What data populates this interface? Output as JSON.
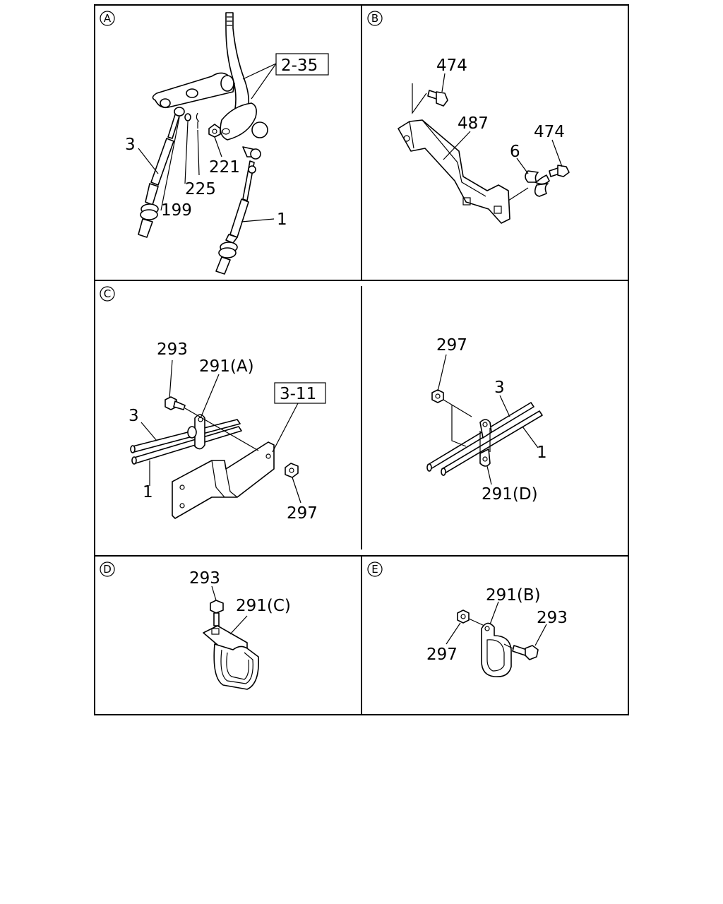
{
  "panels": {
    "A": {
      "letter": "A",
      "ref_box": "2-35",
      "callouts": {
        "c3": "3",
        "c225": "225",
        "c199": "199",
        "c221": "221",
        "c1": "1"
      }
    },
    "B": {
      "letter": "B",
      "callouts": {
        "c474a": "474",
        "c487": "487",
        "c474b": "474",
        "c6": "6"
      }
    },
    "C": {
      "letter": "C",
      "ref_box": "3-11",
      "callouts": {
        "c293": "293",
        "c291a": "291(A)",
        "c3": "3",
        "c1": "1",
        "c297": "297"
      }
    },
    "C2": {
      "callouts": {
        "c297": "297",
        "c3": "3",
        "c1": "1",
        "c291d": "291(D)"
      }
    },
    "D": {
      "letter": "D",
      "callouts": {
        "c293": "293",
        "c291c": "291(C)"
      }
    },
    "E": {
      "letter": "E",
      "callouts": {
        "c291b": "291(B)",
        "c293": "293",
        "c297": "297"
      }
    }
  }
}
